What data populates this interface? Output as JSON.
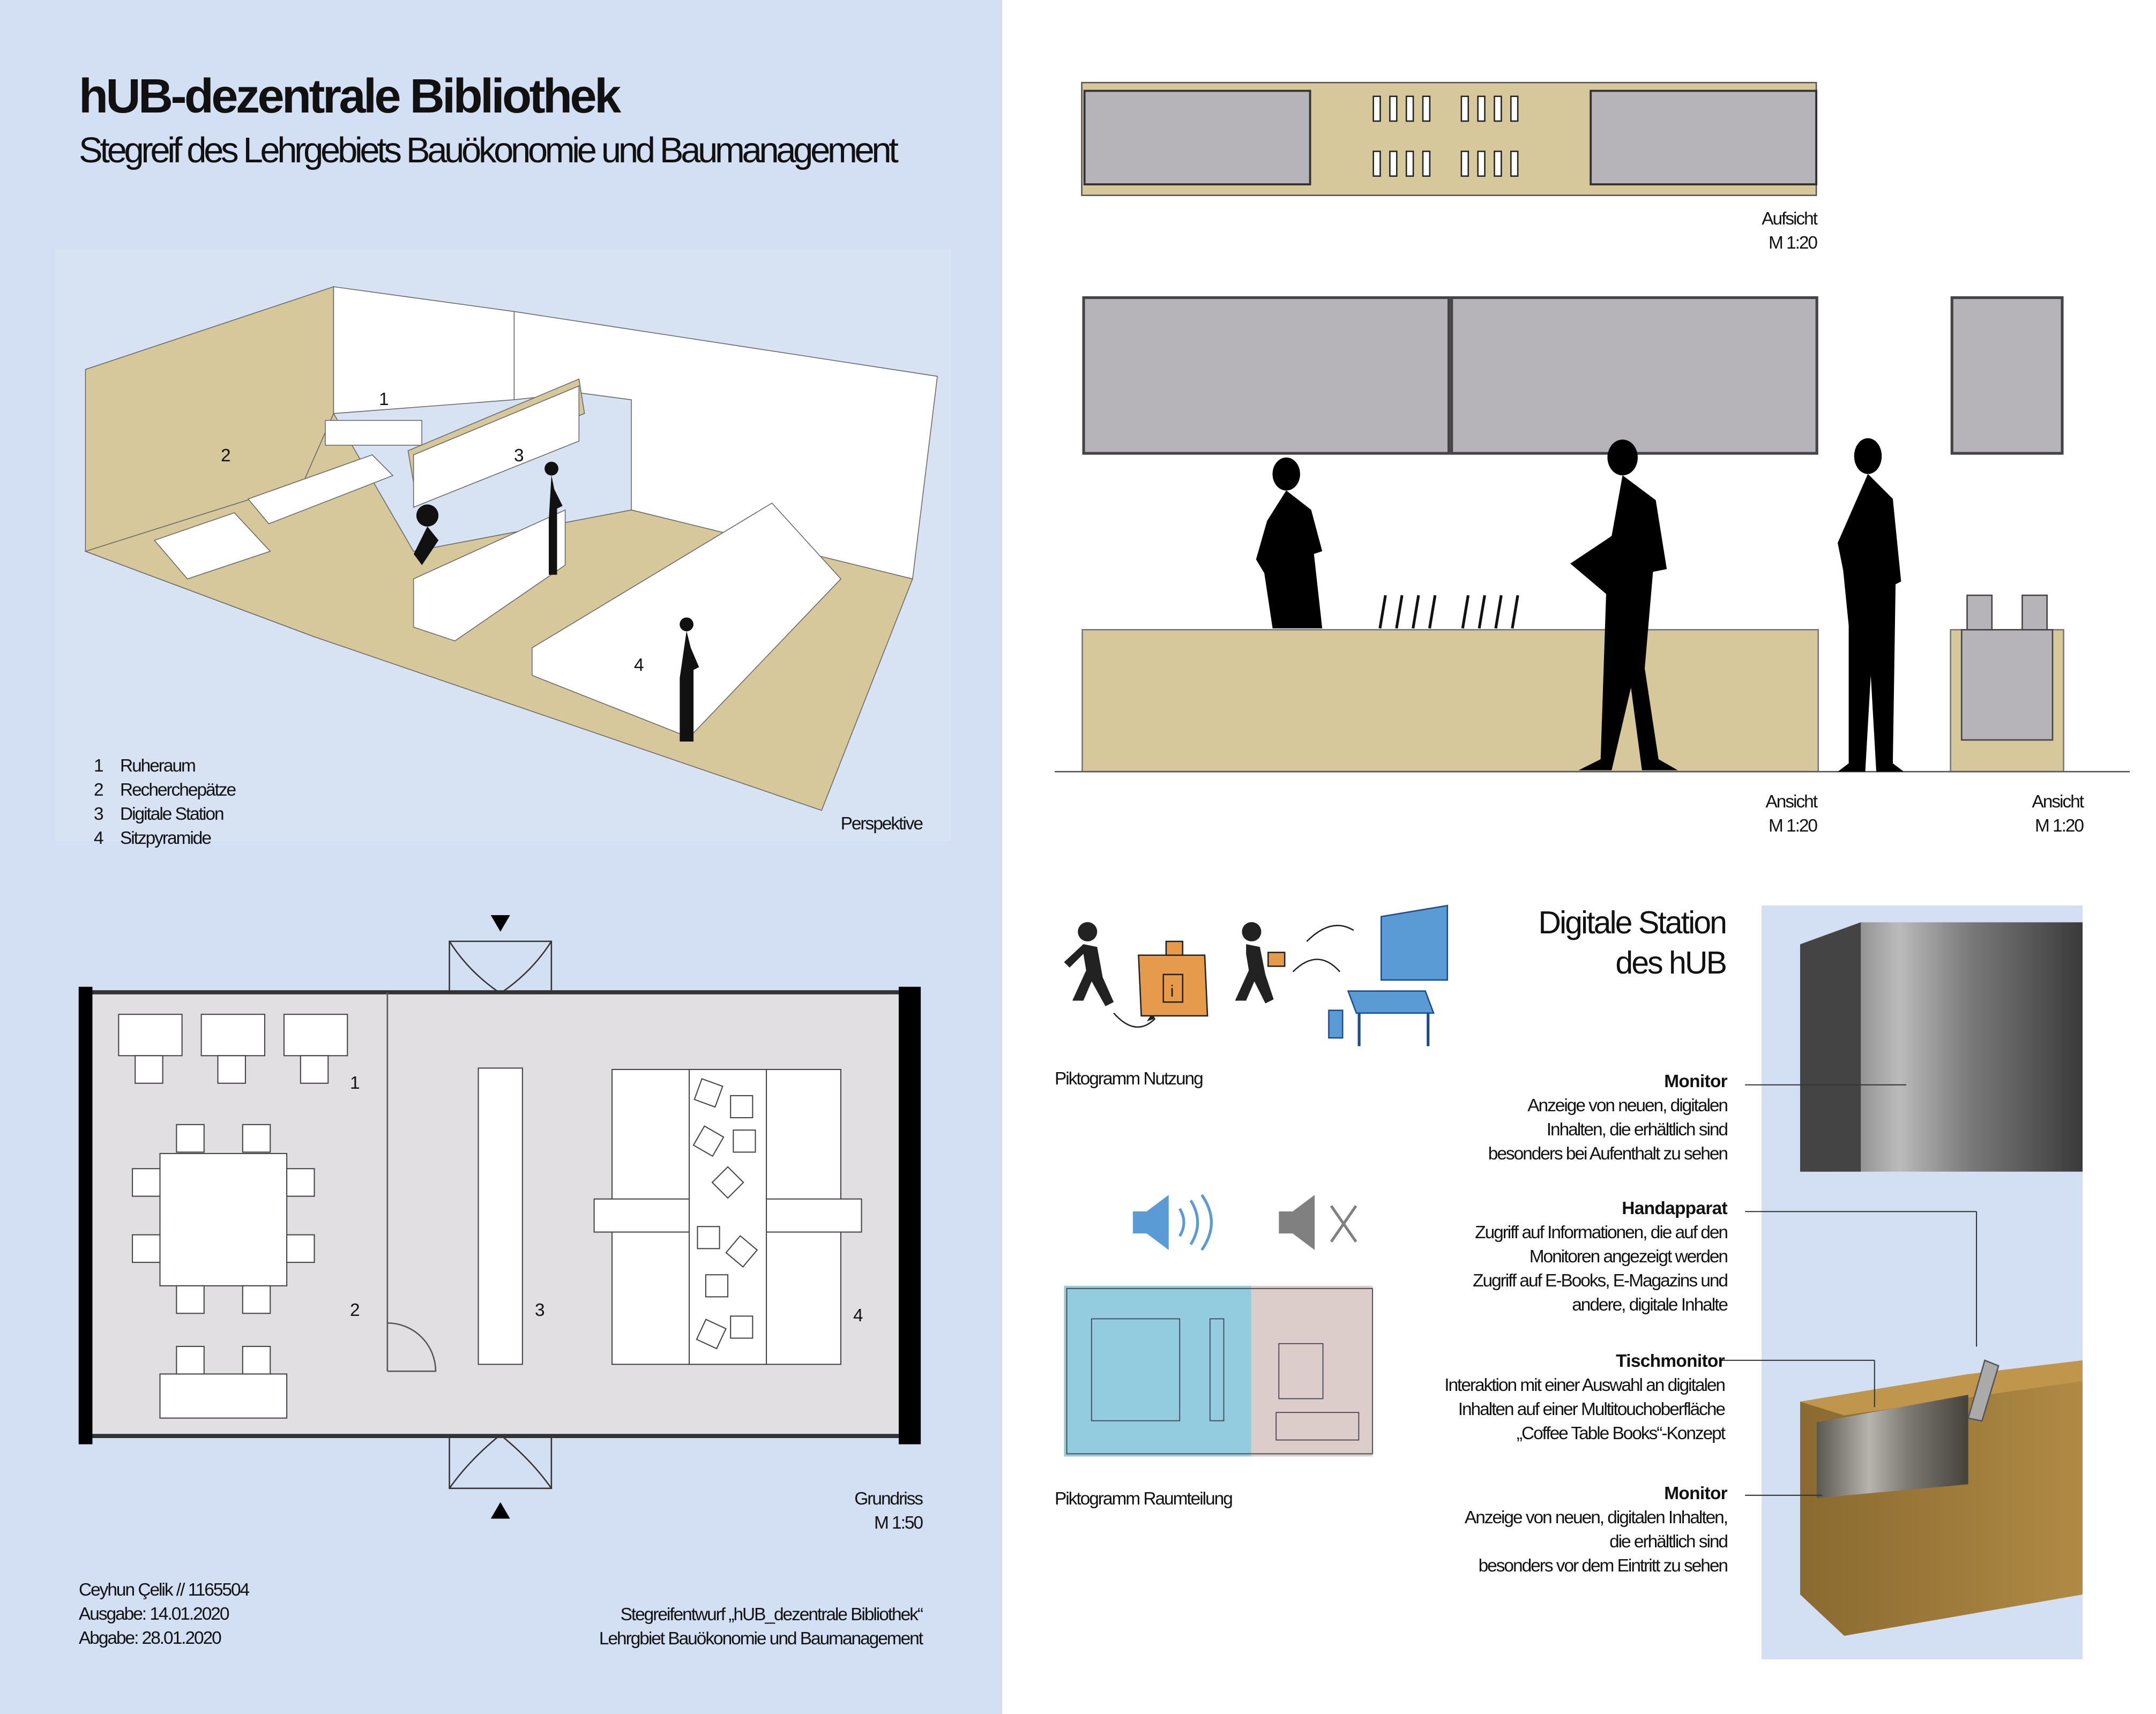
{
  "header": {
    "title": "hUB-dezentrale Bibliothek",
    "subtitle": "Stegreif des Lehrgebiets Bauökonomie und Baumanagement"
  },
  "perspective": {
    "caption": "Perspektive",
    "markers": [
      "1",
      "2",
      "3",
      "4"
    ],
    "legend": [
      {
        "num": "1",
        "label": "Ruheraum"
      },
      {
        "num": "2",
        "label": "Recherchepätze"
      },
      {
        "num": "3",
        "label": "Digitale Station"
      },
      {
        "num": "4",
        "label": "Sitzpyramide"
      }
    ]
  },
  "floorplan": {
    "caption": "Grundriss",
    "scale": "M 1:50",
    "markers": [
      "1",
      "2",
      "3",
      "4"
    ]
  },
  "footer": {
    "author": "Ceyhun Çelik // 1165504",
    "issued": "Ausgabe: 14.01.2020",
    "due": "Abgabe: 28.01.2020",
    "project": "Stegreifentwurf „hUB_dezentrale Bibliothek“",
    "department": "Lehrgbiet Bauökonomie und Baumanagement"
  },
  "views": {
    "top": {
      "caption": "Aufsicht",
      "scale": "M 1:20"
    },
    "front": {
      "caption": "Ansicht",
      "scale": "M 1:20"
    },
    "side": {
      "caption": "Ansicht",
      "scale": "M 1:20"
    }
  },
  "pictograms": {
    "usage_caption": "Piktogramm Nutzung",
    "zoning_caption": "Piktogramm Raumteilung"
  },
  "station": {
    "title_line1": "Digitale Station",
    "title_line2": "des hUB",
    "items": [
      {
        "title": "Monitor",
        "lines": [
          "Anzeige von neuen, digitalen",
          "Inhalten, die erhältlich sind",
          "besonders bei Aufenthalt zu sehen"
        ]
      },
      {
        "title": "Handapparat",
        "lines": [
          "Zugriff auf Informationen, die auf den",
          "Monitoren angezeigt werden",
          "Zugriff auf E-Books, E-Magazins und",
          "andere, digitale Inhalte"
        ]
      },
      {
        "title": "Tischmonitor",
        "lines": [
          "Interaktion mit einer Auswahl an digitalen",
          "Inhalten auf einer Multitouchoberfläche",
          "„Coffee Table Books“-Konzept"
        ]
      },
      {
        "title": "Monitor",
        "lines": [
          "Anzeige von neuen, digitalen Inhalten,",
          "die erhältlich sind",
          "besonders vor dem Eintritt zu sehen"
        ]
      }
    ]
  },
  "colors": {
    "panel": "#d3e0f3",
    "wood": "#d6c89b",
    "screen": "#b6b3b9",
    "blue_zone": "#7fc3d8",
    "grey_zone": "#d9c8c4",
    "orange": "#e59a4c",
    "blue_icon": "#5b9bd5"
  }
}
